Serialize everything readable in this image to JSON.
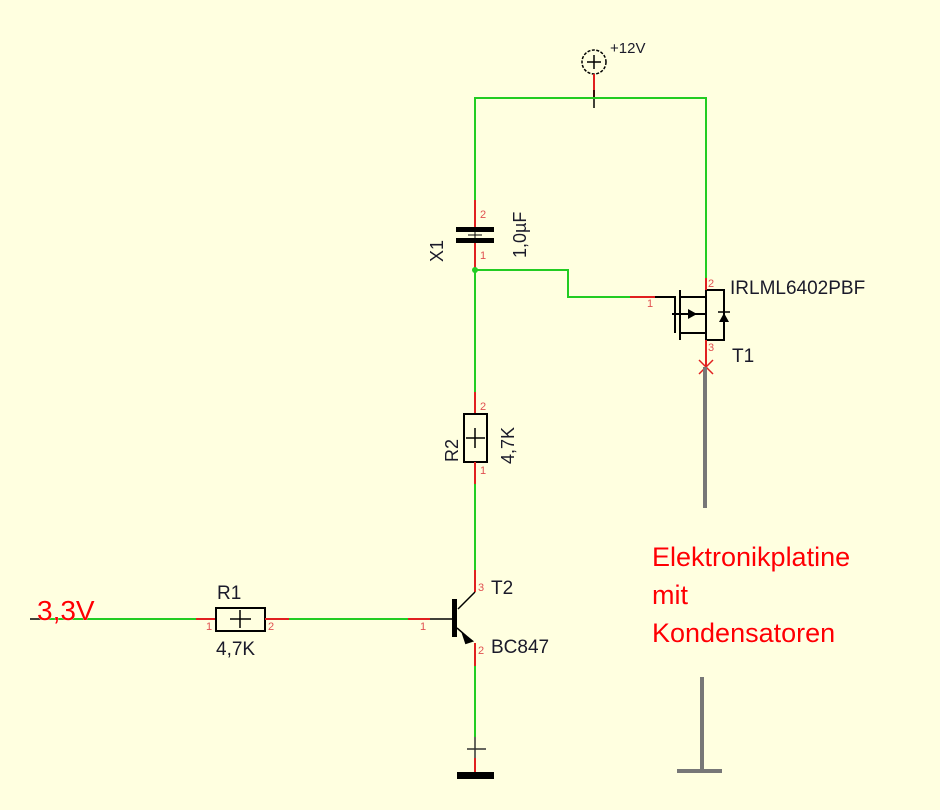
{
  "colors": {
    "background": "#ffffe0",
    "wire": "#22cc22",
    "pin": "#e02020",
    "annotation": "#ff0000",
    "board_marker": "#777777"
  },
  "power": {
    "supply_label": "+12V",
    "supply_icon": "power-supply-plus-icon",
    "ground_icon": "ground-icon"
  },
  "input": {
    "label": "3,3V"
  },
  "components": {
    "capacitor": {
      "ref": "X1",
      "value": "1,0µF",
      "pins": [
        "1",
        "2"
      ]
    },
    "r2": {
      "ref": "R2",
      "value": "4,7K",
      "pins": [
        "1",
        "2"
      ]
    },
    "r1": {
      "ref": "R1",
      "value": "4,7K",
      "pins": [
        "1",
        "2"
      ]
    },
    "mosfet": {
      "ref": "T1",
      "value": "IRLML6402PBF",
      "pins": [
        "1",
        "2",
        "3"
      ]
    },
    "bjt": {
      "ref": "T2",
      "value": "BC847",
      "pins": [
        "1",
        "2",
        "3"
      ]
    }
  },
  "annotation": {
    "lines": [
      "Elektronikplatine",
      "mit",
      "Kondensatoren"
    ]
  }
}
